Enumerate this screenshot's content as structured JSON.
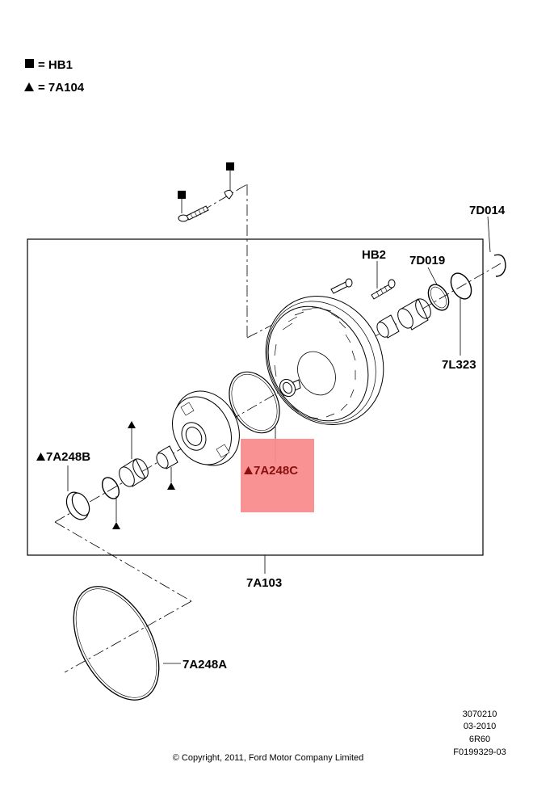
{
  "legend": [
    {
      "symbol": "square",
      "text": "= HB1"
    },
    {
      "symbol": "triangle",
      "text": "= 7A104"
    }
  ],
  "parts": {
    "p7D014": "7D014",
    "hb2": "HB2",
    "p7D019": "7D019",
    "p7L323": "7L323",
    "p7A248B": "7A248B",
    "p7A248C": "7A248C",
    "p7A103": "7A103",
    "p7A248A": "7A248A"
  },
  "highlight_color": "#f98c8c",
  "footer": {
    "doc_number": "3070210",
    "date": "03-2010",
    "model": "6R60",
    "figure_id": "F0199329-03",
    "copyright": "© Copyright, 2011, Ford Motor Company Limited"
  }
}
